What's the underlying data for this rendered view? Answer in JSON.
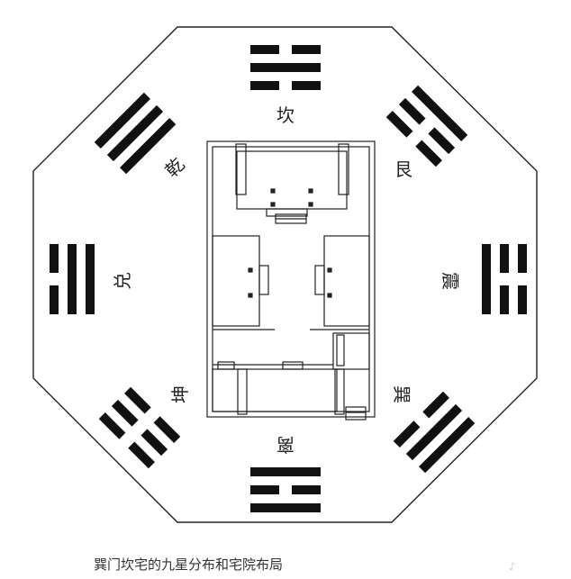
{
  "caption": "巽门坎宅的九星分布和宅院布局",
  "watermark": "♪",
  "trigrams": [
    {
      "name": "坎",
      "direction": "N",
      "lines": [
        "yin",
        "yang",
        "yin"
      ]
    },
    {
      "name": "艮",
      "direction": "NE",
      "lines": [
        "yang",
        "yin",
        "yin"
      ]
    },
    {
      "name": "震",
      "direction": "E",
      "lines": [
        "yin",
        "yin",
        "yang"
      ]
    },
    {
      "name": "巽",
      "direction": "SE",
      "lines": [
        "yang",
        "yang",
        "yin"
      ]
    },
    {
      "name": "离",
      "direction": "S",
      "lines": [
        "yang",
        "yin",
        "yang"
      ]
    },
    {
      "name": "坤",
      "direction": "SW",
      "lines": [
        "yin",
        "yin",
        "yin"
      ]
    },
    {
      "name": "兑",
      "direction": "W",
      "lines": [
        "yin",
        "yang",
        "yang"
      ]
    },
    {
      "name": "乾",
      "direction": "NW",
      "lines": [
        "yang",
        "yang",
        "yang"
      ]
    }
  ],
  "colors": {
    "ink": "#111111",
    "line": "#222222",
    "paper": "#ffffff"
  }
}
